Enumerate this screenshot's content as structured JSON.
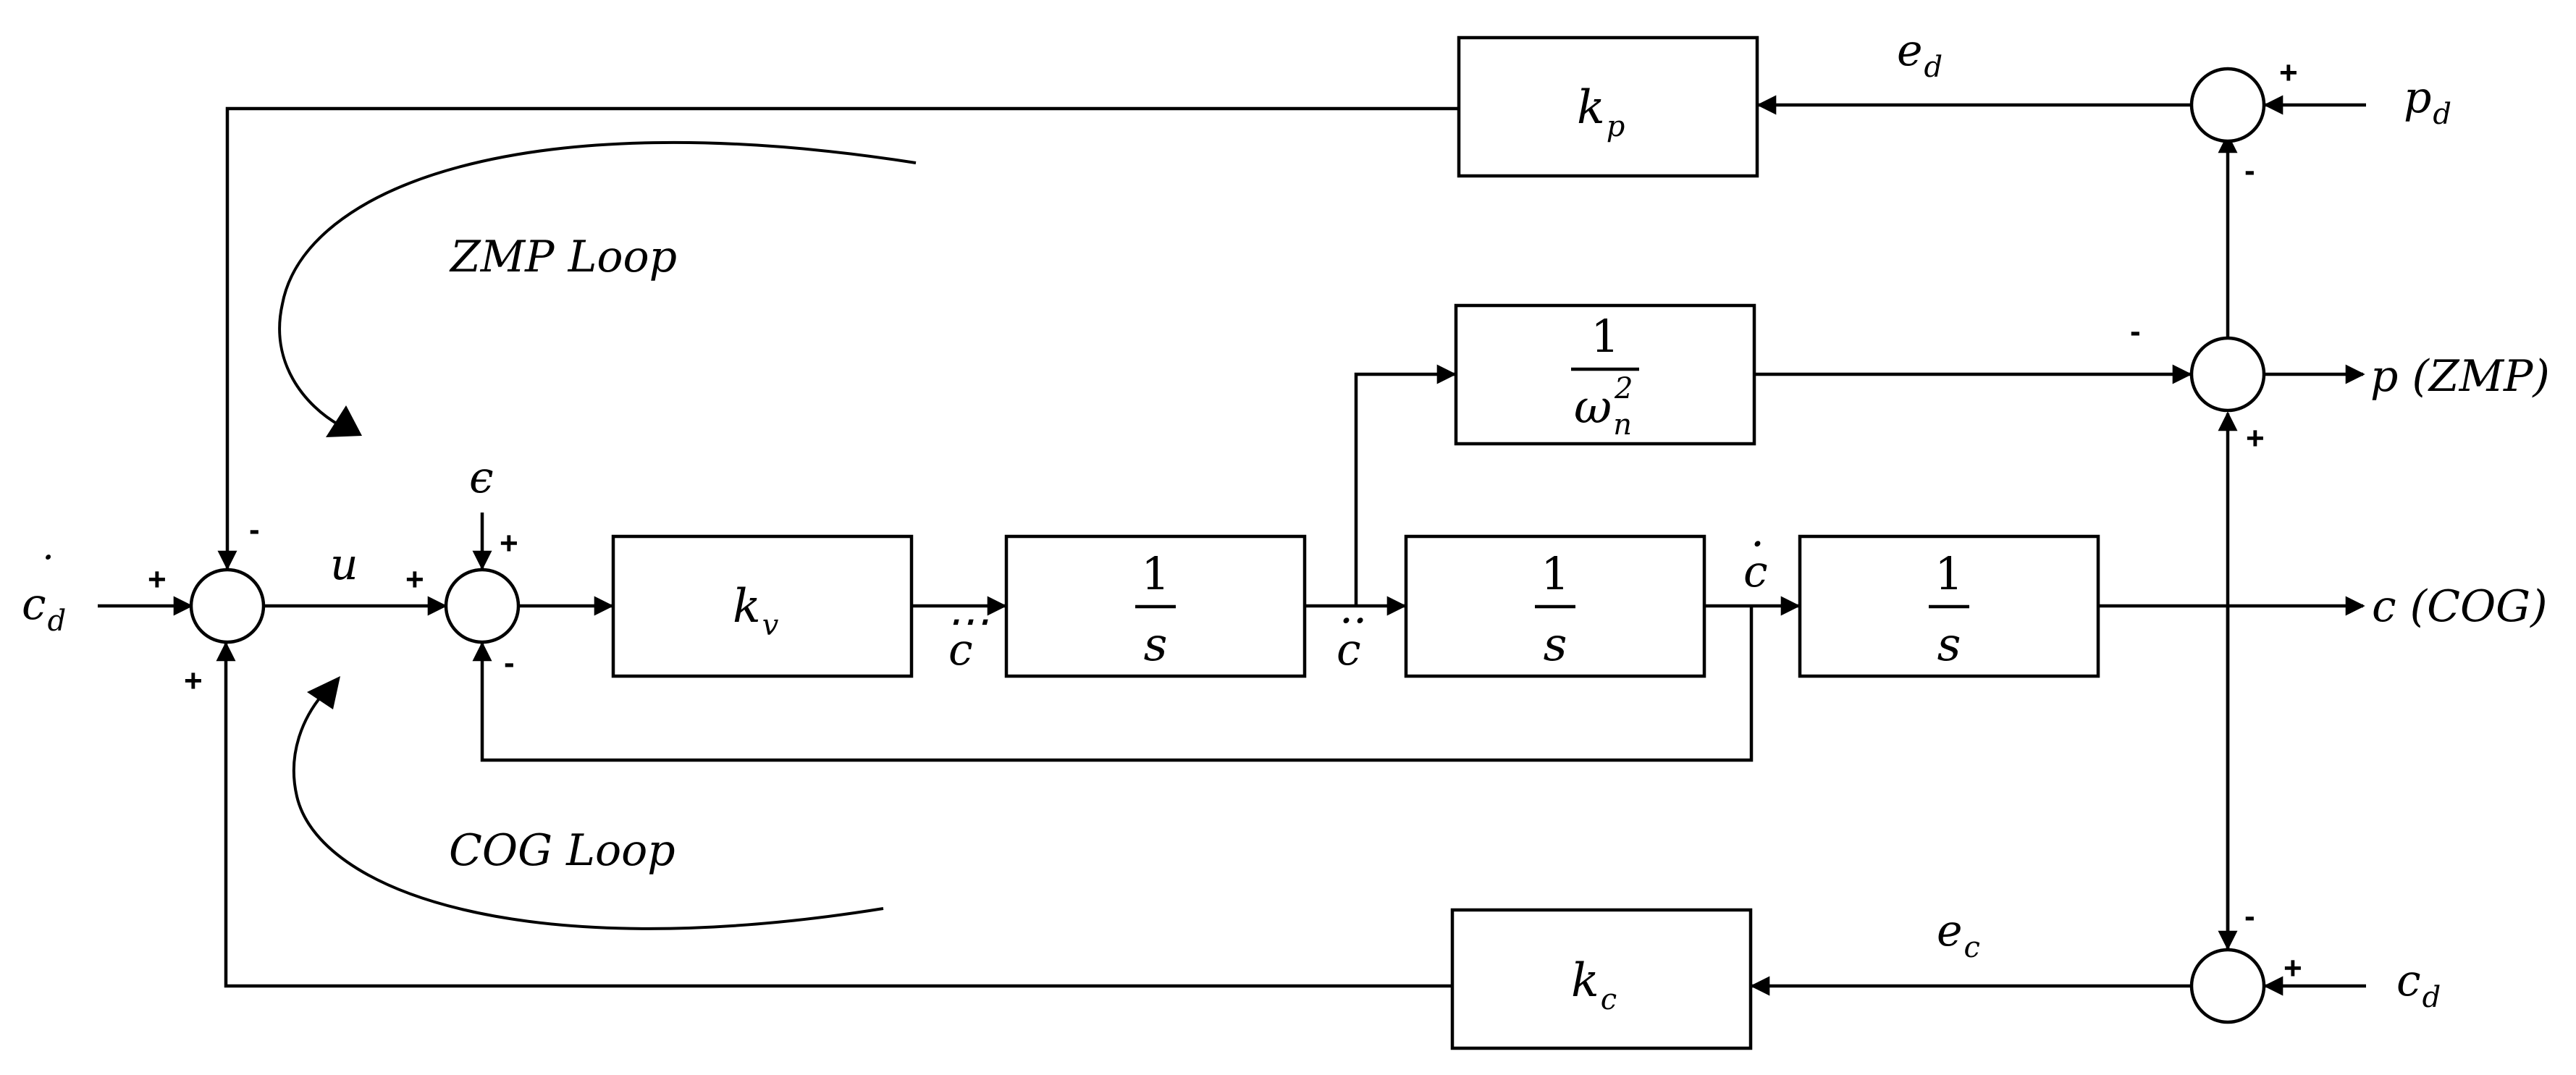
{
  "blocks": {
    "kp": {
      "sym": "k",
      "sub": "p"
    },
    "kv": {
      "sym": "k",
      "sub": "v"
    },
    "kc": {
      "sym": "k",
      "sub": "c"
    },
    "int1": {
      "num": "1",
      "den": "s"
    },
    "int2": {
      "num": "1",
      "den": "s"
    },
    "int3": {
      "num": "1",
      "den": "s"
    },
    "omega": {
      "num": "1",
      "sym": "ω",
      "sub": "n",
      "sup": "2"
    }
  },
  "signals": {
    "cd_dot": {
      "sym": "c",
      "sub": "d",
      "accent": "˙"
    },
    "u": "u",
    "epsilon": "ϵ",
    "c_ddd": {
      "sym": "c",
      "accent": "⃛"
    },
    "c_dd": {
      "sym": "c",
      "accent": "̈"
    },
    "c_d1": {
      "sym": "c",
      "accent": "̇"
    },
    "ed": {
      "sym": "e",
      "sub": "d"
    },
    "ec": {
      "sym": "e",
      "sub": "c"
    },
    "pd": {
      "sym": "p",
      "sub": "d"
    },
    "cd": {
      "sym": "c",
      "sub": "d"
    },
    "zmp_out": "p (ZMP)",
    "cog_out": "c (COG)"
  },
  "loops": {
    "zmp": "ZMP Loop",
    "cog": "COG Loop"
  },
  "signs": {
    "plus": "+",
    "minus": "-"
  }
}
